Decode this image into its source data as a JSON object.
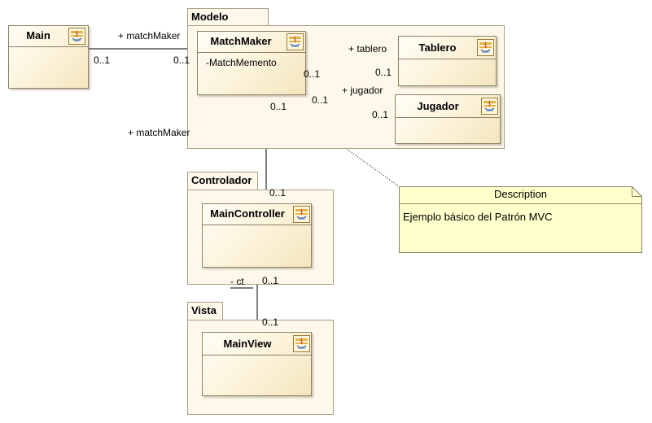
{
  "packages": {
    "modelo": "Modelo",
    "controlador": "Controlador",
    "vista": "Vista"
  },
  "classes": {
    "main": "Main",
    "matchmaker": "MatchMaker",
    "tablero": "Tablero",
    "jugador": "Jugador",
    "maincontroller": "MainController",
    "mainview": "MainView"
  },
  "attributes": {
    "matchmaker_attr": "-MatchMemento"
  },
  "associations": {
    "main_matchmaker_role": "+ matchMaker",
    "main_mult_left": "0..1",
    "main_mult_right": "0..1",
    "tablero_role": "+ tablero",
    "tablero_mult_src": "0..1",
    "tablero_mult_dst": "0..1",
    "jugador_role": "+ jugador",
    "jugador_mult_src": "0..1",
    "jugador_mult_dst": "0..1",
    "controller_role": "+ matchMaker",
    "controller_mult_top": "0..1",
    "controller_mult_bottom": "0..1",
    "view_role": "-  ct",
    "view_mult_top": "0..1",
    "view_mult_bottom": "0..1"
  },
  "note": {
    "title": "Description",
    "text": "Ejemplo básico del Patrón MVC"
  },
  "colors": {
    "package_fill": "#fdf8ea",
    "class_border": "#8c8265",
    "note_fill": "#ffffcc"
  }
}
